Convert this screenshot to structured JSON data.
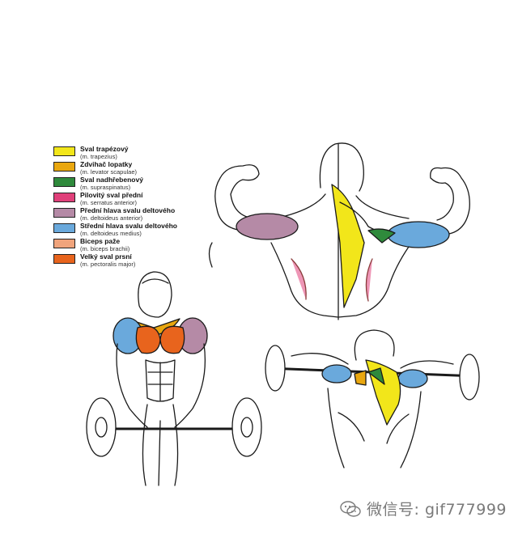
{
  "legend": [
    {
      "name": "Sval trapézový",
      "latin": "(m. trapezius)",
      "color": "#f2e61a"
    },
    {
      "name": "Zdvihač lopatky",
      "latin": "(m. levator scapulae)",
      "color": "#e9a70f"
    },
    {
      "name": "Sval nadhřebenový",
      "latin": "(m. supraspinatus)",
      "color": "#2f8a3c"
    },
    {
      "name": "Pilovitý sval přední",
      "latin": "(m. serratus anterior)",
      "color": "#e0407a"
    },
    {
      "name": "Přední hlava svalu deltového",
      "latin": "(m. deltoideus anterior)",
      "color": "#b58aa6"
    },
    {
      "name": "Střední hlava svalu deltového",
      "latin": "(m. deltoideus medius)",
      "color": "#6aa9dc"
    },
    {
      "name": "Biceps paže",
      "latin": "(m. biceps brachii)",
      "color": "#f0a47c"
    },
    {
      "name": "Velký sval prsní",
      "latin": "(m. pectoralis major)",
      "color": "#e8641d"
    }
  ],
  "watermark": {
    "text": "微信号: gif777999",
    "icon": "wechat-icon"
  }
}
